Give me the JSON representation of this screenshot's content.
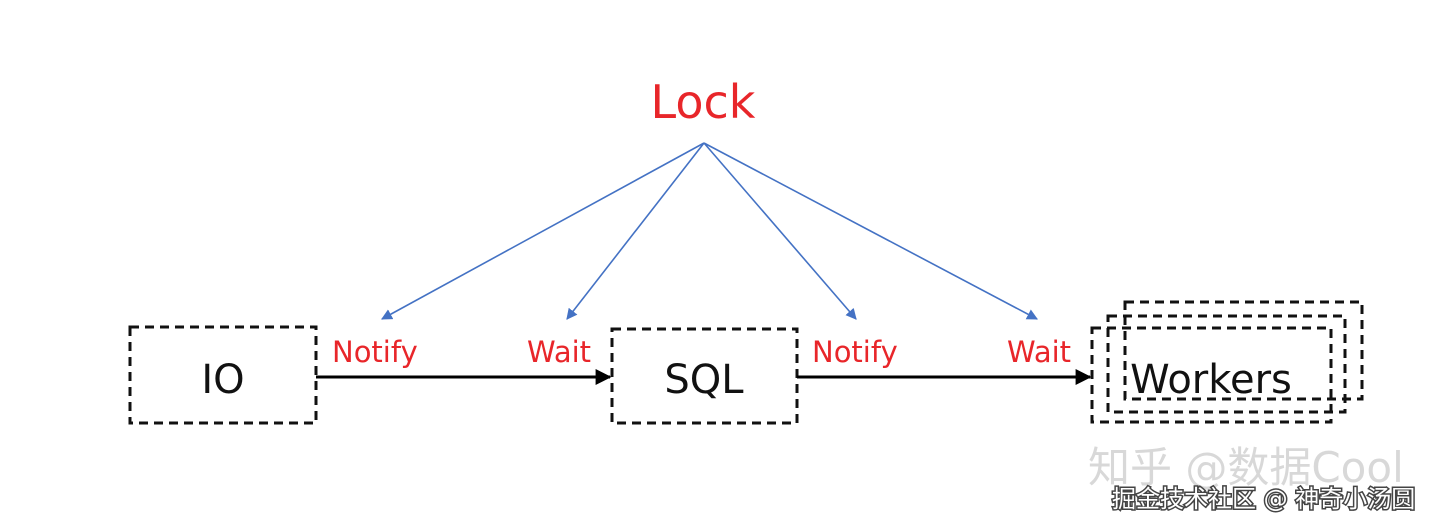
{
  "diagram": {
    "lock_label": "Lock",
    "nodes": {
      "io": "IO",
      "sql": "SQL",
      "workers": "Workers"
    },
    "edges": {
      "io_notify": "Notify",
      "sql_wait": "Wait",
      "sql_notify": "Notify",
      "workers_wait": "Wait"
    }
  },
  "watermarks": {
    "zhihu": "知乎 @数据Cool",
    "juejin": "掘金技术社区 @ 神奇小汤圆"
  },
  "colors": {
    "lock_text": "#e8262a",
    "lock_lines": "#4472c4",
    "flow_arrows": "#000000",
    "box_border": "#111111"
  }
}
